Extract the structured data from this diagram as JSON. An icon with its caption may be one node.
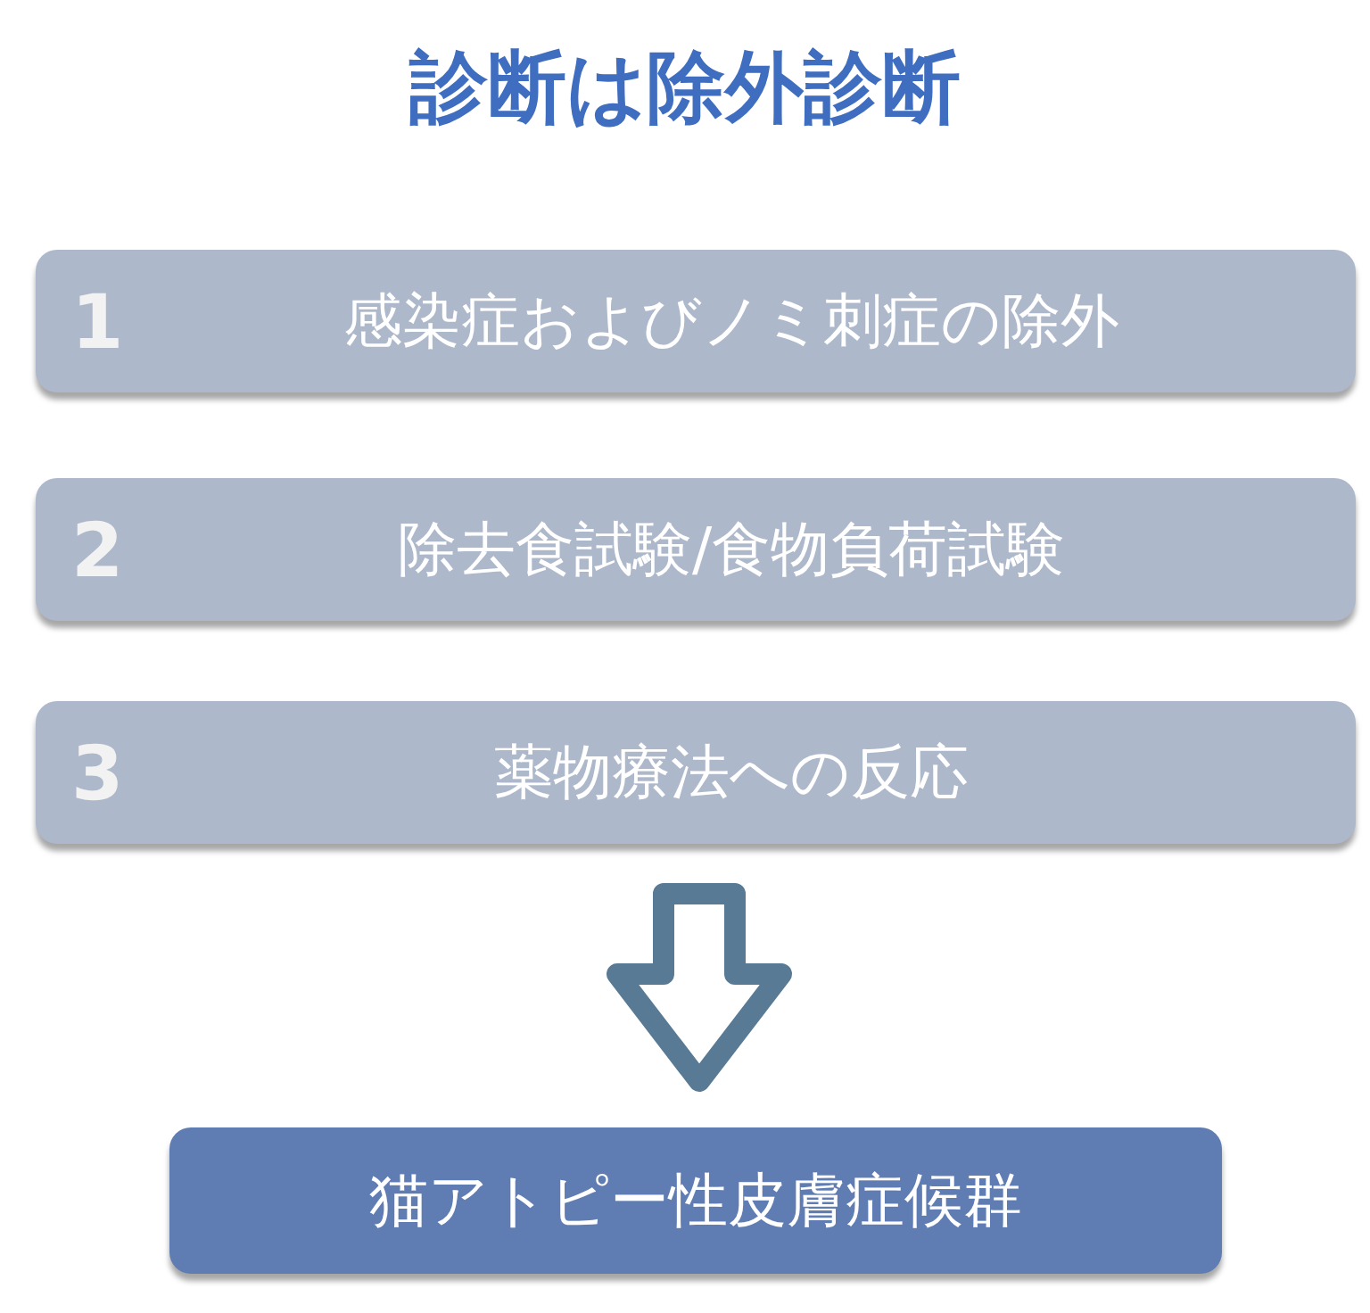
{
  "diagram": {
    "title": "診断は除外診断",
    "nodes": [
      {
        "text": [
          "1",
          "感染症およびノミ刺症の除外"
        ]
      },
      {
        "text": [
          "2",
          "除去食試験/食物負荷試験"
        ]
      },
      {
        "text": [
          "3",
          "薬物療法への反応"
        ]
      },
      {
        "text": [
          "猫アトピー性皮膚症候群"
        ]
      }
    ],
    "edges": [
      {
        "from": 2,
        "to": 3,
        "arrow": "to"
      }
    ]
  }
}
